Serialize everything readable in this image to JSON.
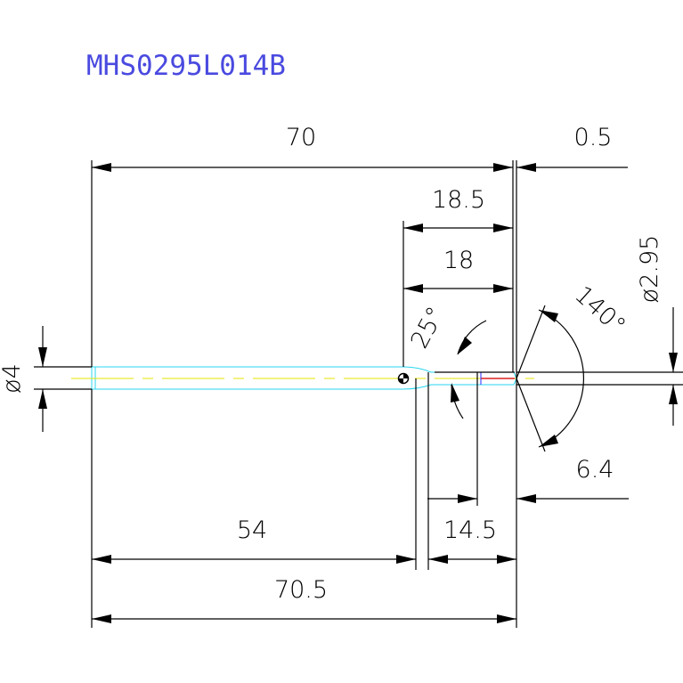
{
  "title": "MHS0295L014B",
  "colors": {
    "title": "#4a4ae0",
    "outline": "#29d6f0",
    "centerline": "#e6e600",
    "lines": "#000000",
    "tip_red": "#e02020",
    "tip_blue": "#2a2aff"
  },
  "dimensions": {
    "overall_70": "70",
    "offset_0_5": "0.5",
    "neck_18_5": "18.5",
    "flute_18": "18",
    "dia_2_95": "ø2.95",
    "point_140": "140°",
    "angle_25": "25°",
    "dia_4": "ø4",
    "tip_6_4": "6.4",
    "shank_54": "54",
    "neck_14_5": "14.5",
    "total_70_5": "70.5"
  }
}
